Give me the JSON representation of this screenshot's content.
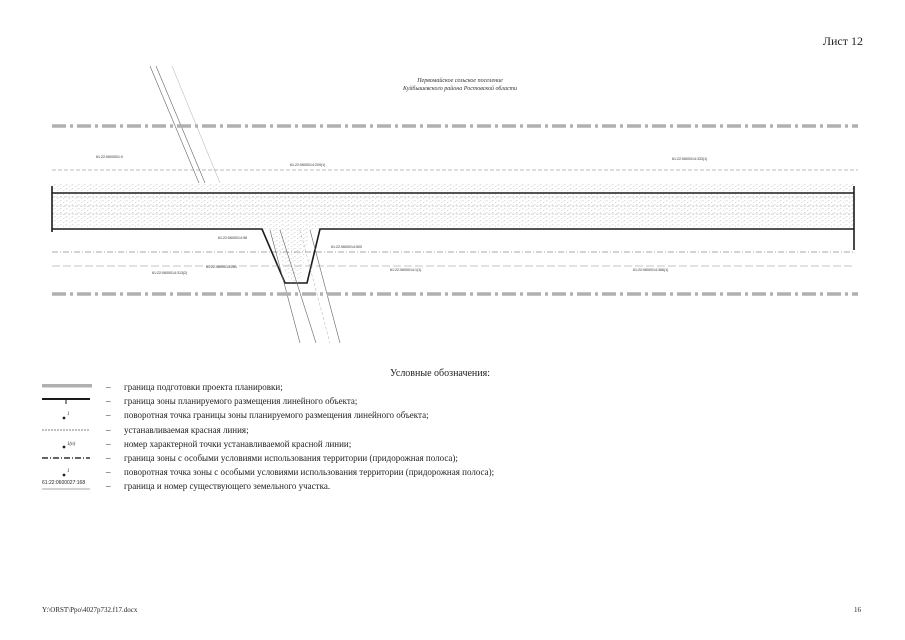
{
  "sheet_label": "Лист 12",
  "region_caption": {
    "line1": "Первомайское сельское поселение",
    "line2": "Куйбышевского района Ростовской области"
  },
  "parcel_labels": [
    "61:22:0600001:0",
    "61:22:0600014:209(1)",
    "61:22:0600014:333(1)",
    "61:22:0600014:98",
    "61:22:0600014:281",
    "61:22:0600014:500",
    "61:22:0600014:313(2)",
    "61:22:0600014:1(1)",
    "61:22:0600014:366(1)"
  ],
  "legend": {
    "title": "Условные обозначения:",
    "dash": "–",
    "items": [
      {
        "symbol": "planning-boundary",
        "text": "граница подготовки проекта планировки;"
      },
      {
        "symbol": "zone-boundary",
        "text": "граница зоны планируемого размещения линейного объекта;"
      },
      {
        "symbol": "turn-point",
        "text": "поворотная точка границы зоны планируемого размещения линейного объекта;"
      },
      {
        "symbol": "red-line",
        "text": "устанавливаемая красная линия;"
      },
      {
        "symbol": "red-line-point",
        "text": "номер характерной точки устанавливаемой красной линии;"
      },
      {
        "symbol": "special-zone",
        "text": "граница зоны с особыми условиями использования территории (придорожная полоса);"
      },
      {
        "symbol": "special-point",
        "text": "поворотная точка зоны с особыми условиями использования территории (придорожная полоса);"
      },
      {
        "symbol": "parcel",
        "text": "граница и номер существующего земельного участка.",
        "sample_label": "61:22:0600027:168"
      }
    ]
  },
  "footer": {
    "path": "Y:\\ORST\\Ppo\\4027p732.f17.docx",
    "page_number": "16"
  },
  "colors": {
    "planning_boundary": "#b0b0b0",
    "zone_boundary": "#1a1a1a",
    "road_texture": "#9a9a9a"
  }
}
